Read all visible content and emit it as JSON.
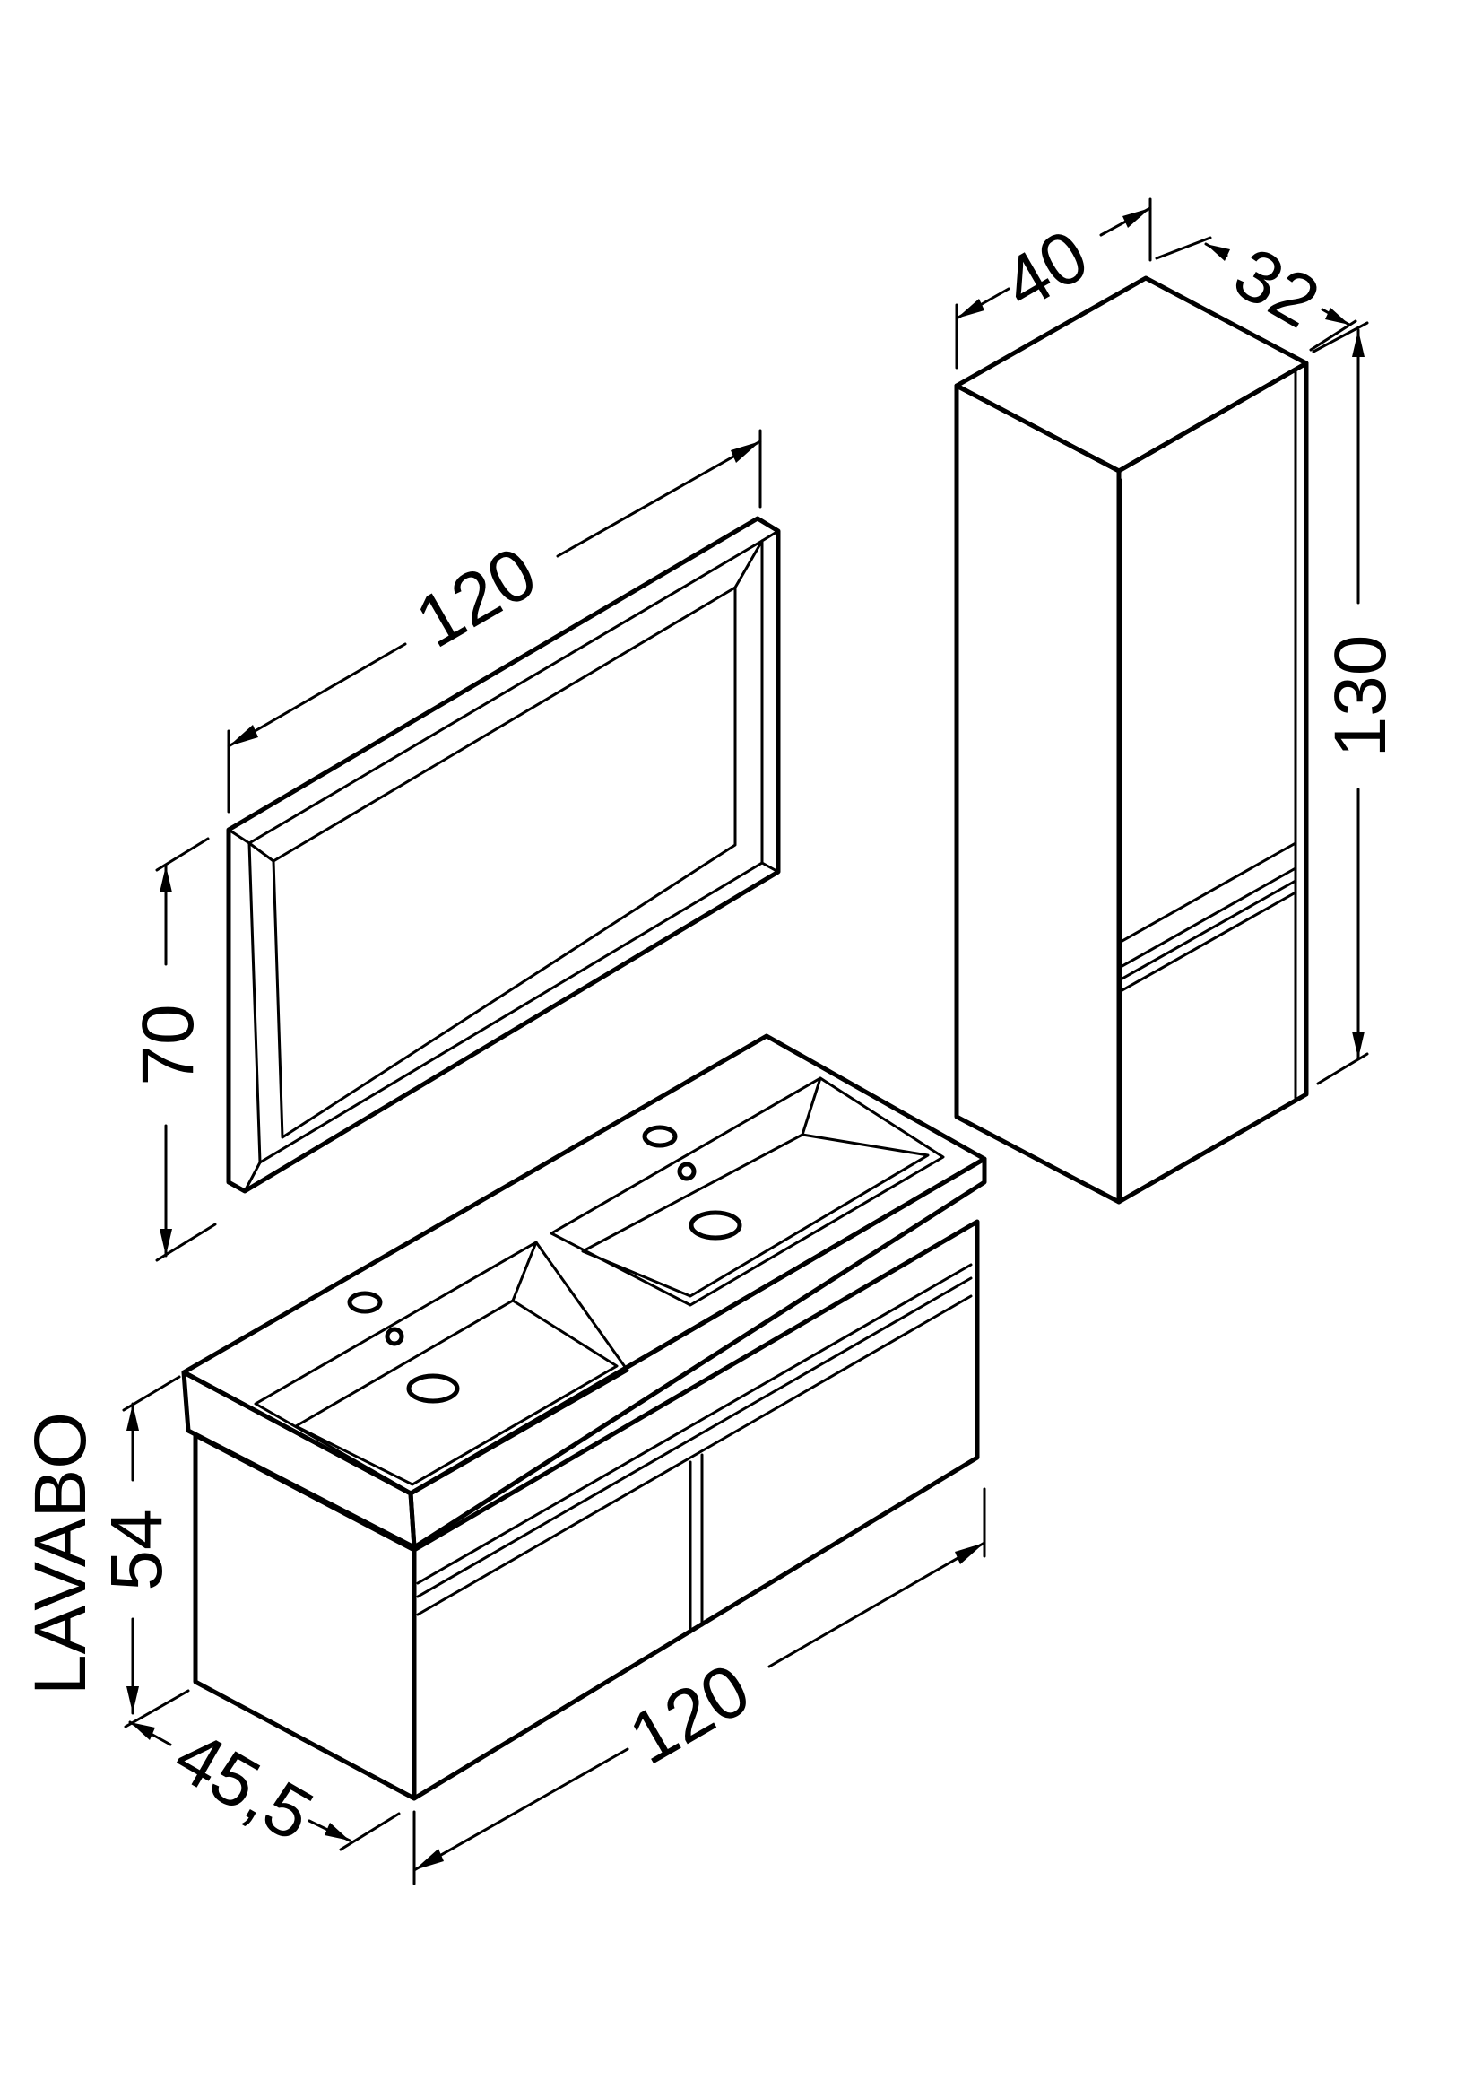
{
  "labels": {
    "mirror_width": "120",
    "mirror_height": "70",
    "cabinet_width": "40",
    "cabinet_depth": "32",
    "cabinet_height": "130",
    "vanity_width": "120",
    "vanity_depth": "45,5",
    "vanity_height": "54",
    "vanity_name": "LAVABO"
  }
}
